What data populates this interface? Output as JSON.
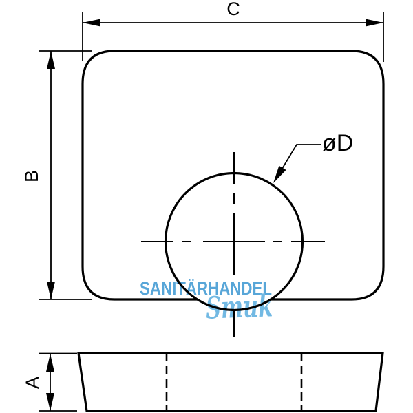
{
  "labels": {
    "width_top": "C",
    "height_left": "B",
    "thickness_side": "A",
    "hole_diameter": "øD"
  },
  "watermark": {
    "line1": "SANITÄRHANDEL",
    "line2": "Smuk",
    "line1_color": "#58a6d8",
    "line2_color": "#72b9e3"
  },
  "colors": {
    "ink": "#000000",
    "background": "#ffffff"
  }
}
